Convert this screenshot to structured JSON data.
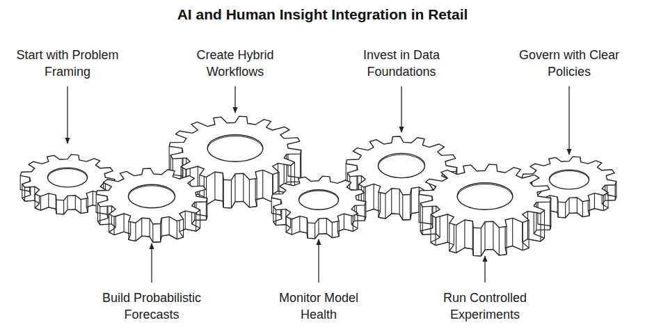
{
  "diagram": {
    "title": "AI and Human Insight Integration in Retail",
    "labels": [
      "Start with Problem Framing",
      "Build Probabilistic Forecasts",
      "Create Hybrid Workflows",
      "Monitor Model Health",
      "Invest in Data Foundations",
      "Run Controlled Experiments",
      "Govern with Clear Policies"
    ]
  }
}
